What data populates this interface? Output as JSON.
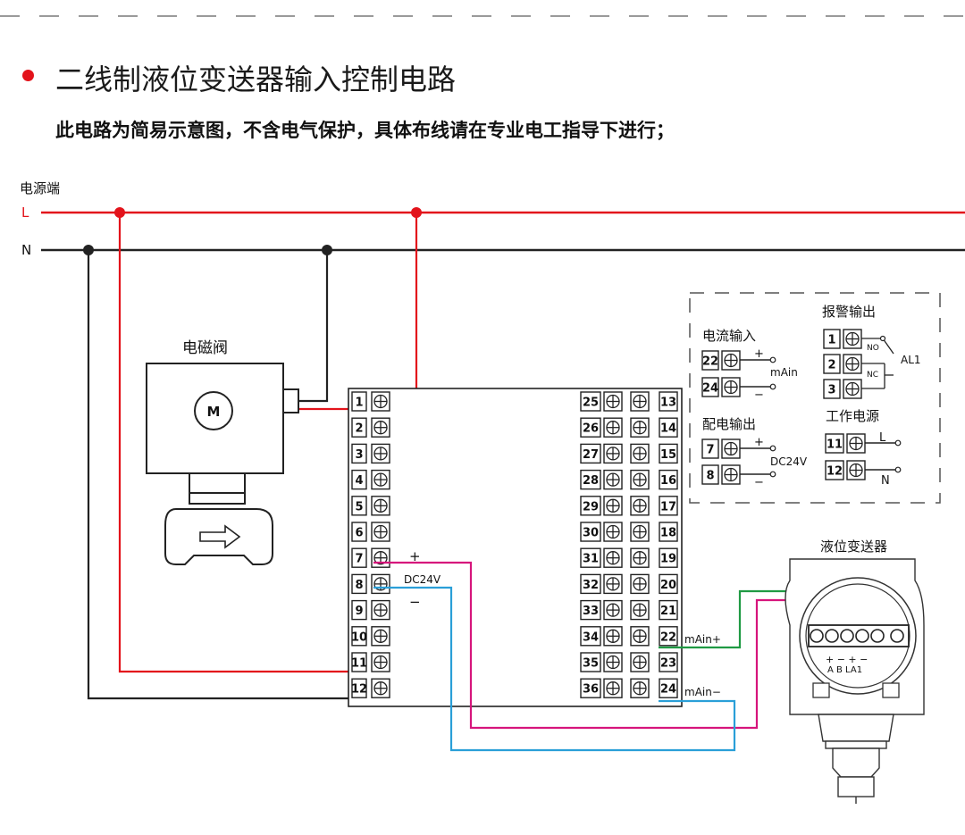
{
  "title": "二线制液位变送器输入控制电路",
  "subtitle": "此电路为简易示意图，不含电气保护，具体布线请在专业电工指导下进行；",
  "power": {
    "label": "电源端",
    "L": "L",
    "N": "N"
  },
  "valve": {
    "label": "电磁阀",
    "motor": "M"
  },
  "controller": {
    "left_terminals": [
      "1",
      "2",
      "3",
      "4",
      "5",
      "6",
      "7",
      "8",
      "9",
      "10",
      "11",
      "12"
    ],
    "right_outer": [
      "25",
      "26",
      "27",
      "28",
      "29",
      "30",
      "31",
      "32",
      "33",
      "34",
      "35",
      "36"
    ],
    "right_inner": [
      "13",
      "14",
      "15",
      "16",
      "17",
      "18",
      "19",
      "20",
      "21",
      "22",
      "23",
      "24"
    ],
    "plus": "+",
    "minus": "−",
    "dc24v": "DC24V",
    "main_plus": "mAin+",
    "main_minus": "mAin−"
  },
  "legend": {
    "current_input": {
      "label": "电流输入",
      "t1": "22",
      "t2": "24",
      "plus": "+",
      "minus": "−",
      "signal": "mAin"
    },
    "alarm_output": {
      "label": "报警输出",
      "t1": "1",
      "t2": "2",
      "t3": "3",
      "no": "NO",
      "nc": "NC",
      "relay": "AL1"
    },
    "power_dist": {
      "label": "配电输出",
      "t1": "7",
      "t2": "8",
      "plus": "+",
      "minus": "−",
      "voltage": "DC24V"
    },
    "work_power": {
      "label": "工作电源",
      "t1": "11",
      "t2": "12",
      "l": "L",
      "n": "N"
    }
  },
  "transmitter": {
    "label": "液位变送器",
    "terminals": "+ − + −",
    "terminal_names": "A B LA1"
  },
  "colors": {
    "live": "#e3131b",
    "neutral": "#222222",
    "plus_wire": "#d6157c",
    "minus_wire": "#2a9fd8",
    "signal_wire": "#1f9a43"
  }
}
